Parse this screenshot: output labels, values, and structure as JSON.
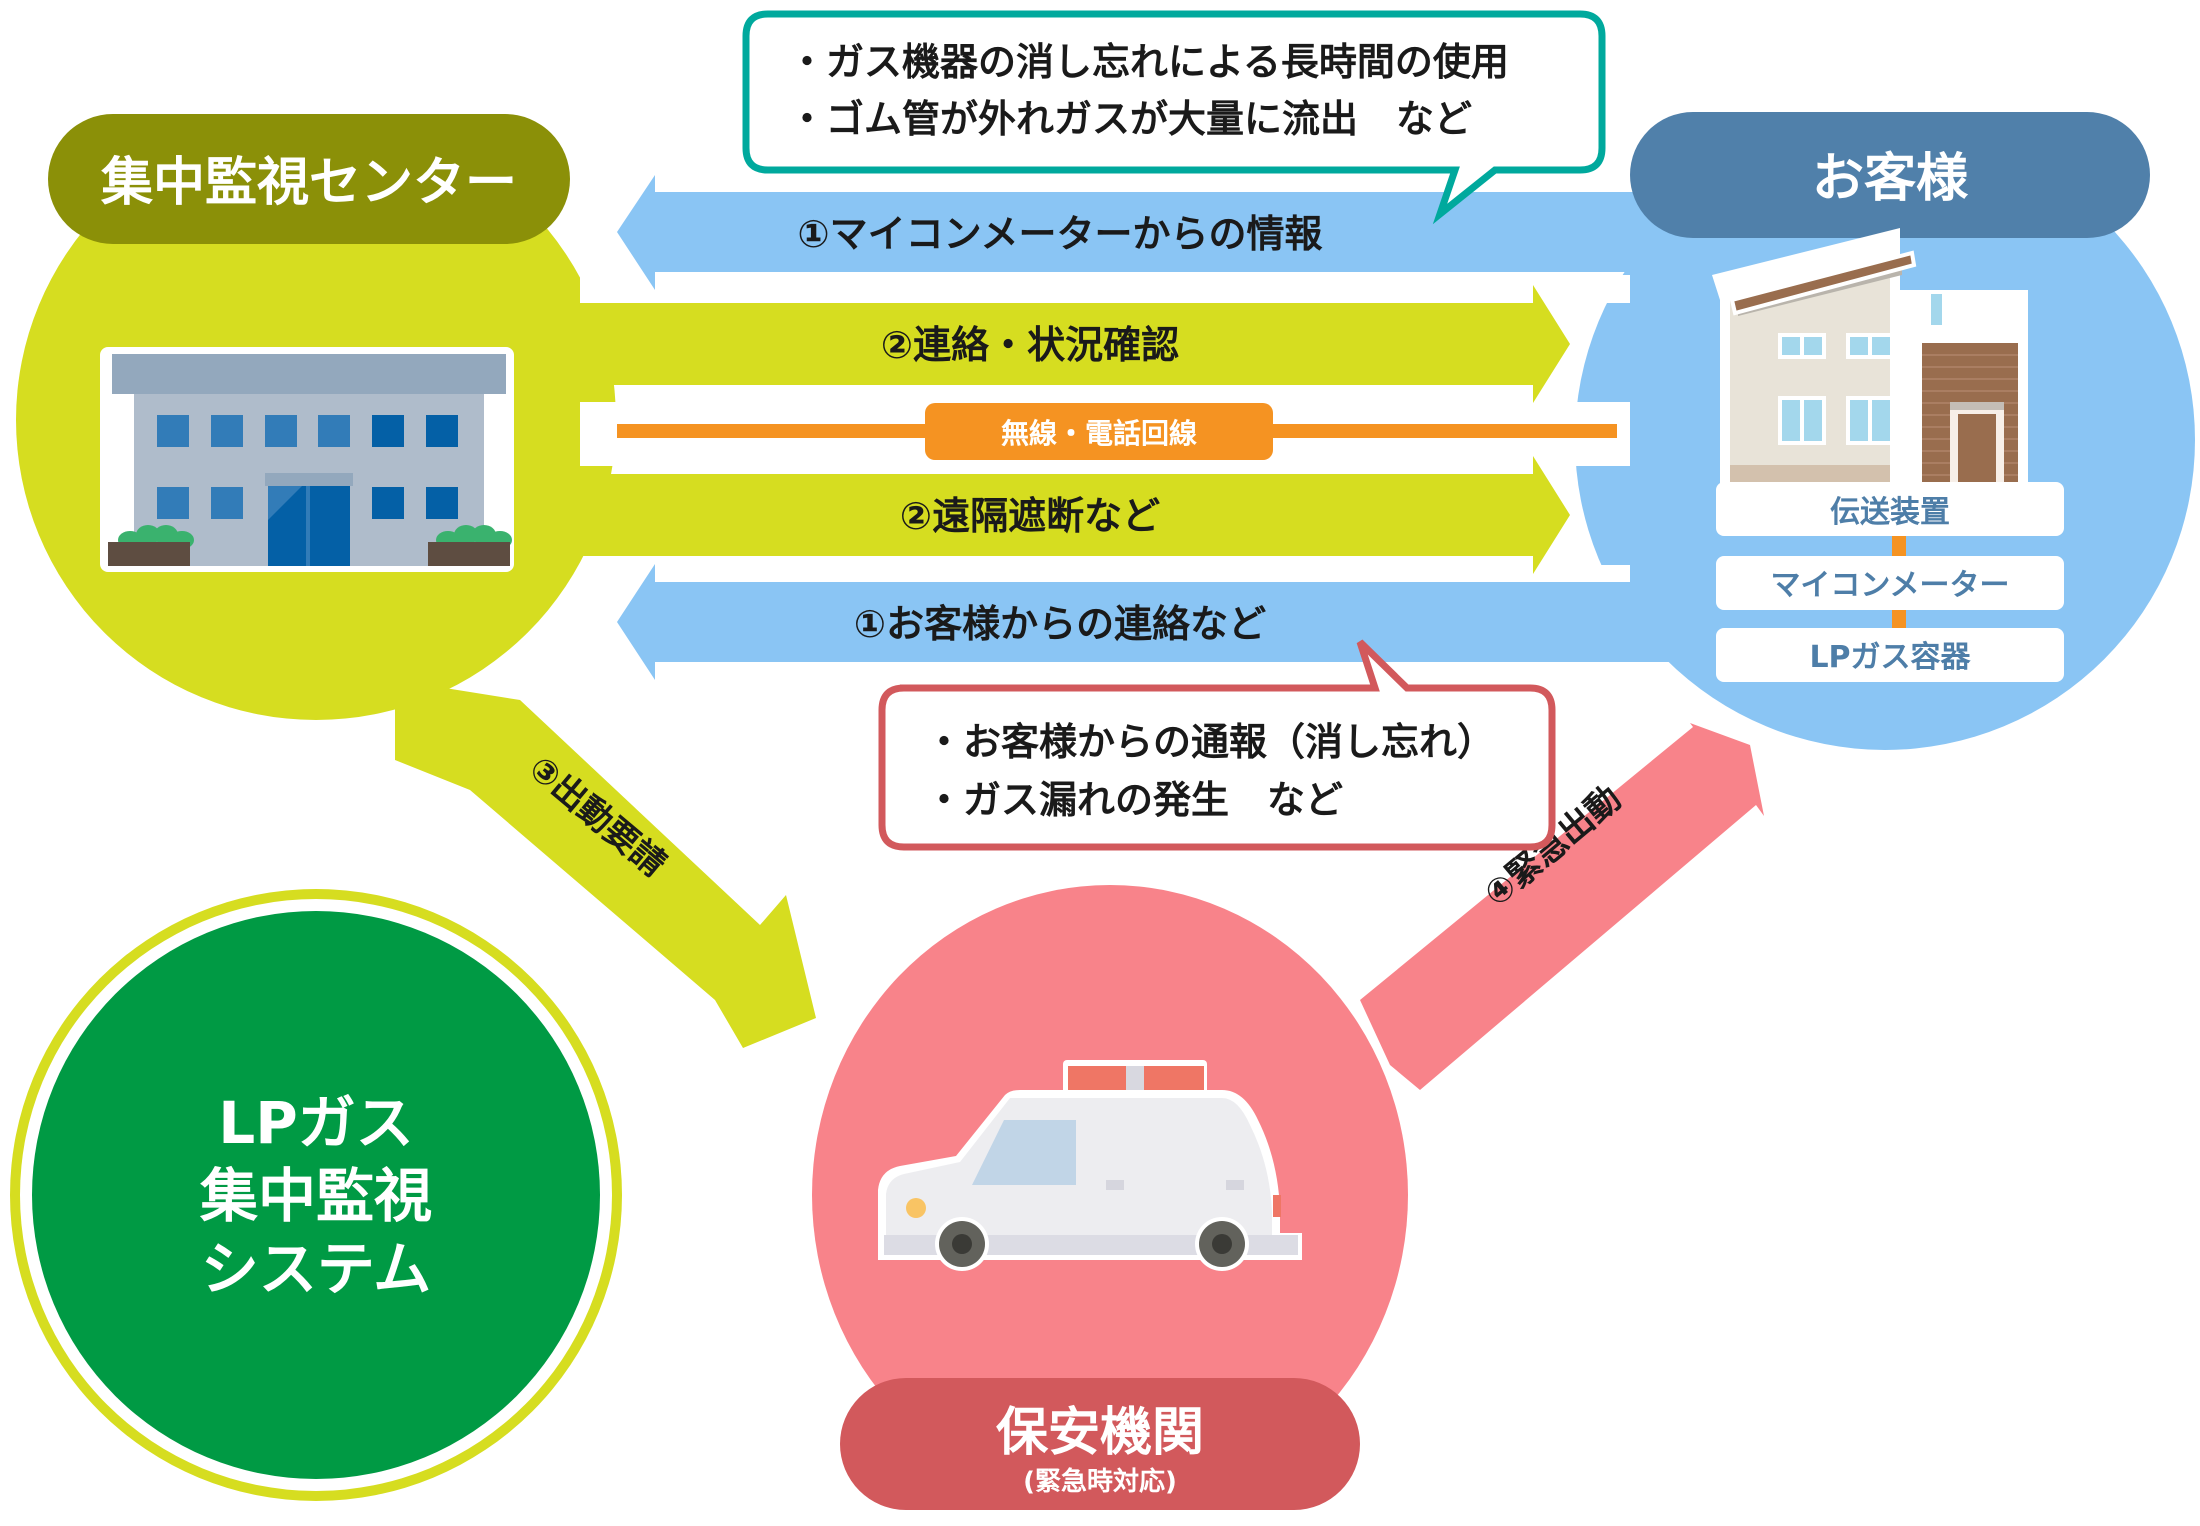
{
  "colors": {
    "center_fill": "#d6dd20",
    "center_label_bg": "#8b9008",
    "customer_fill": "#8ac5f4",
    "customer_label_bg": "#5080aa",
    "security_fill": "#f8838a",
    "security_label_bg": "#d2595c",
    "arrow_blue": "#8ac5f4",
    "arrow_green": "#d6dd20",
    "arrow_pink": "#f8838a",
    "line_orange": "#f59322",
    "bubble_teal": "#00a99d",
    "bubble_red": "#d2595c",
    "system_green": "#009a44",
    "system_ring": "#d6dd20"
  },
  "nodes": {
    "center": {
      "title": "集中監視センター",
      "icon": "office-building-icon"
    },
    "customer": {
      "title": "お客様",
      "icon": "house-icon",
      "equipment": [
        "伝送装置",
        "マイコンメーター",
        "LPガス容器"
      ]
    },
    "security": {
      "title": "保安機関",
      "subtitle": "(緊急時対応)",
      "icon": "patrol-car-icon"
    }
  },
  "system_badge": {
    "lines": [
      "LPガス",
      "集中監視",
      "システム"
    ]
  },
  "flows": {
    "meter_info": {
      "label": "①マイコンメーターからの情報",
      "direction": "customer-to-center"
    },
    "contact_check": {
      "label": "②連絡・状況確認",
      "direction": "center-to-customer"
    },
    "line_label": "無線・電話回線",
    "remote_shutoff": {
      "label": "②遠隔遮断など",
      "direction": "center-to-customer"
    },
    "customer_contact": {
      "label": "①お客様からの連絡など",
      "direction": "customer-to-center"
    },
    "dispatch_request": {
      "label": "③出動要請",
      "direction": "center-to-security"
    },
    "emergency_dispatch": {
      "label": "④緊急出動",
      "direction": "security-to-customer"
    }
  },
  "bubbles": {
    "meter_examples": [
      "・ガス機器の消し忘れによる長時間の使用",
      "・ゴム管が外れガスが大量に流出　など"
    ],
    "customer_examples": [
      "・お客様からの通報（消し忘れ）",
      "・ガス漏れの発生　など"
    ]
  }
}
